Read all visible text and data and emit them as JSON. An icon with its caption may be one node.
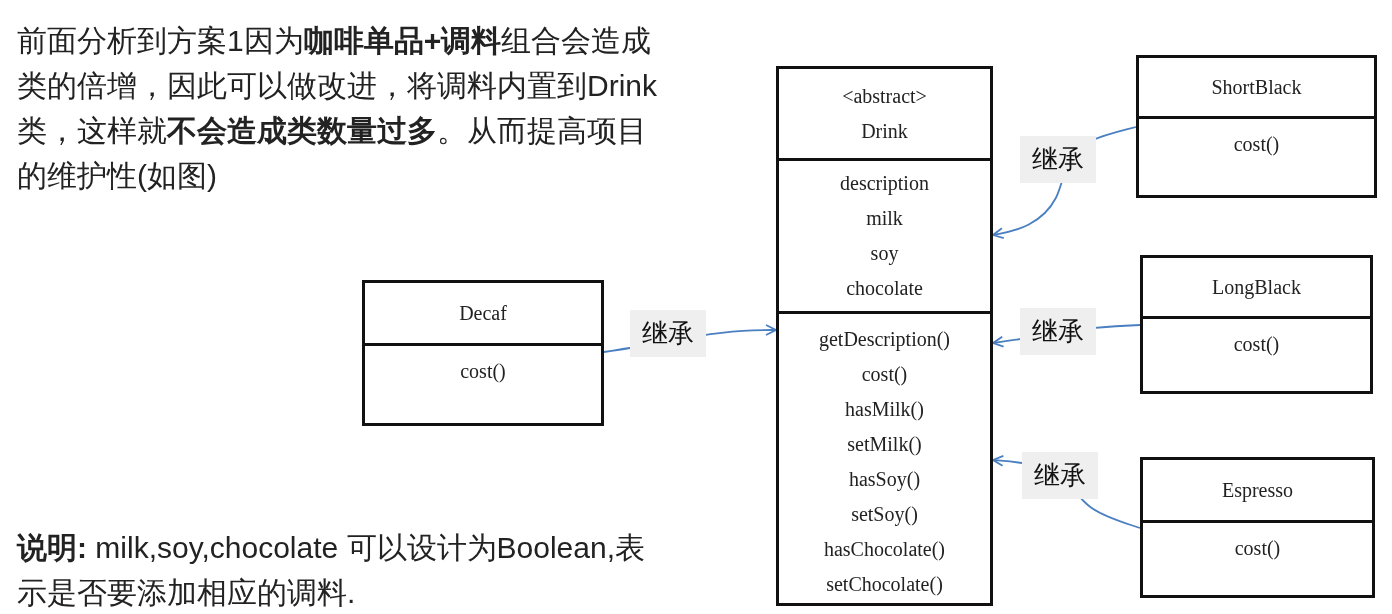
{
  "diagram": {
    "nodes": [
      {
        "text": [
          "<abstract>",
          "Drink",
          "description",
          "milk",
          "soy",
          "chocolate",
          "getDescription()",
          "cost()",
          "hasMilk()",
          "setMilk()",
          "hasSoy()",
          "setSoy()",
          "hasChocolate()",
          "setChocolate()"
        ]
      },
      {
        "text": [
          "ShortBlack",
          "cost()"
        ]
      },
      {
        "text": [
          "LongBlack",
          "cost()"
        ]
      },
      {
        "text": [
          "Espresso",
          "cost()"
        ]
      },
      {
        "text": [
          "Decaf",
          "cost()"
        ]
      }
    ],
    "edges": [
      {
        "from": 1,
        "to": 0,
        "arrow": "to",
        "label": "继承"
      },
      {
        "from": 2,
        "to": 0,
        "arrow": "to",
        "label": "继承"
      },
      {
        "from": 3,
        "to": 0,
        "arrow": "to",
        "label": "继承"
      },
      {
        "from": 4,
        "to": 0,
        "arrow": "to",
        "label": "继承"
      }
    ],
    "labels": [
      "前面分析到方案1因为**咖啡单品+调料**组合会造成类的倍增，因此可以做改进，将调料内置到Drink类，这样就**不会造成类数量过多**。从而提高项目的维护性(如图)",
      "**说明:** milk,soy,chocolate 可以设计为Boolean,表示是否要添加相应的调料."
    ]
  }
}
